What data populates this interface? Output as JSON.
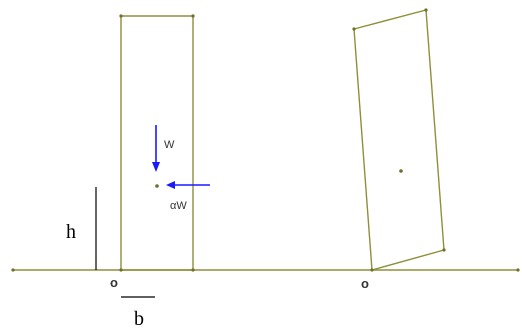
{
  "colors": {
    "outline": "#8f8f3a",
    "arrow": "#1a1aff",
    "ink": "#000000",
    "label": "#333333"
  },
  "labels": {
    "weight": "W",
    "lateral_force": "αW",
    "pivot_upright": "o",
    "pivot_tilted": "o",
    "height": "h",
    "half_width": "b"
  }
}
